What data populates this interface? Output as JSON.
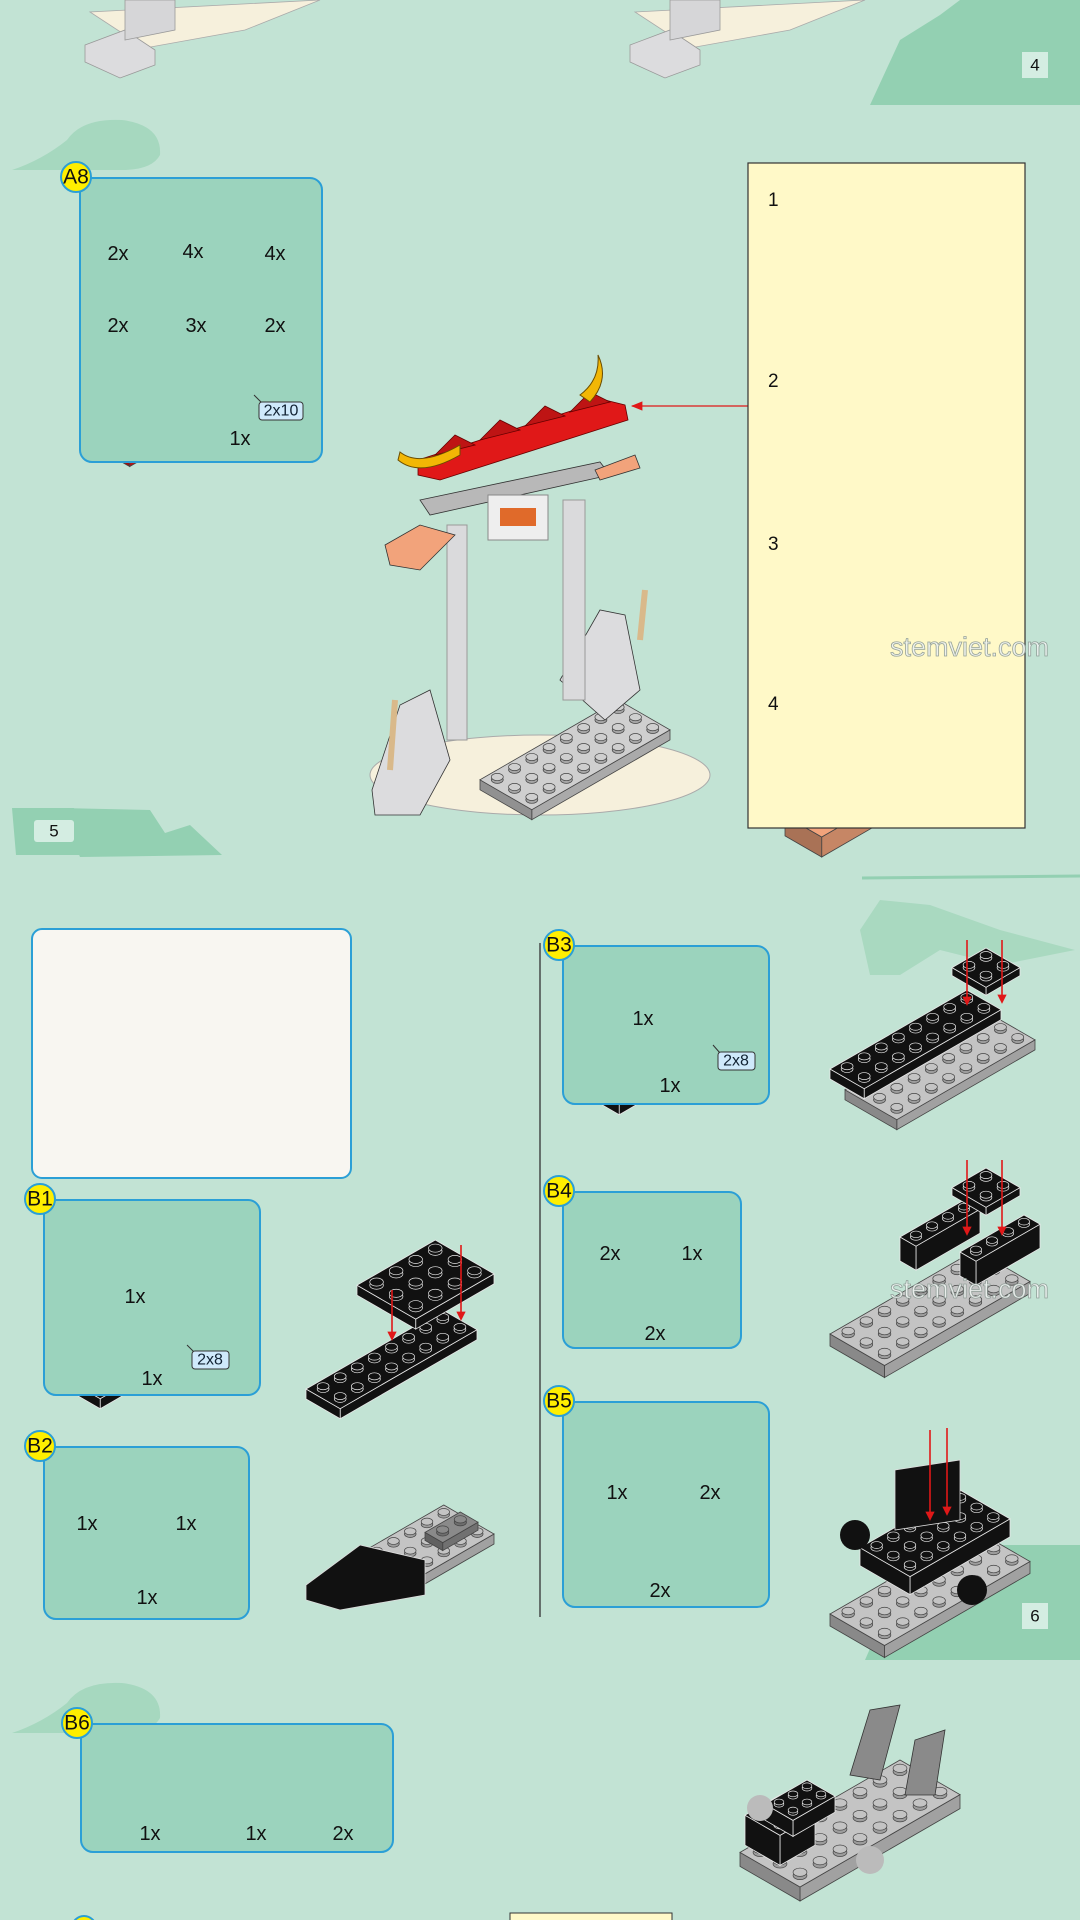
{
  "page_numbers": {
    "top_right": "4",
    "middle_left": "5",
    "bottom_right": "6"
  },
  "watermark": "stemviet.com",
  "steps": {
    "A8": {
      "badge": "A8",
      "parts": [
        "2x",
        "4x",
        "4x",
        "2x",
        "3x",
        "2x",
        "1x"
      ],
      "size_tag": "2x10"
    },
    "B1": {
      "badge": "B1",
      "parts": [
        "1x",
        "1x"
      ],
      "size_tag": "2x8"
    },
    "B2": {
      "badge": "B2",
      "parts": [
        "1x",
        "1x",
        "1x"
      ]
    },
    "B3": {
      "badge": "B3",
      "parts": [
        "1x",
        "1x"
      ],
      "size_tag": "2x8"
    },
    "B4": {
      "badge": "B4",
      "parts": [
        "2x",
        "1x",
        "2x"
      ]
    },
    "B5": {
      "badge": "B5",
      "parts": [
        "1x",
        "2x",
        "2x"
      ]
    },
    "B6": {
      "badge": "B6",
      "parts": [
        "1x",
        "1x",
        "2x"
      ]
    }
  },
  "sub_steps": [
    "1",
    "2",
    "3",
    "4"
  ],
  "colors": {
    "background": "#c2e3d4",
    "parts_box": "#9bd3bd",
    "parts_border": "#2b9fd6",
    "badge": "#ffee00",
    "sub_panel": "#fff9c8",
    "red": "#e01818",
    "yellow": "#f2b705",
    "salmon": "#f2a37b",
    "black": "#111111",
    "grey": "#8a8a8a",
    "light_grey": "#c4c4c4"
  }
}
